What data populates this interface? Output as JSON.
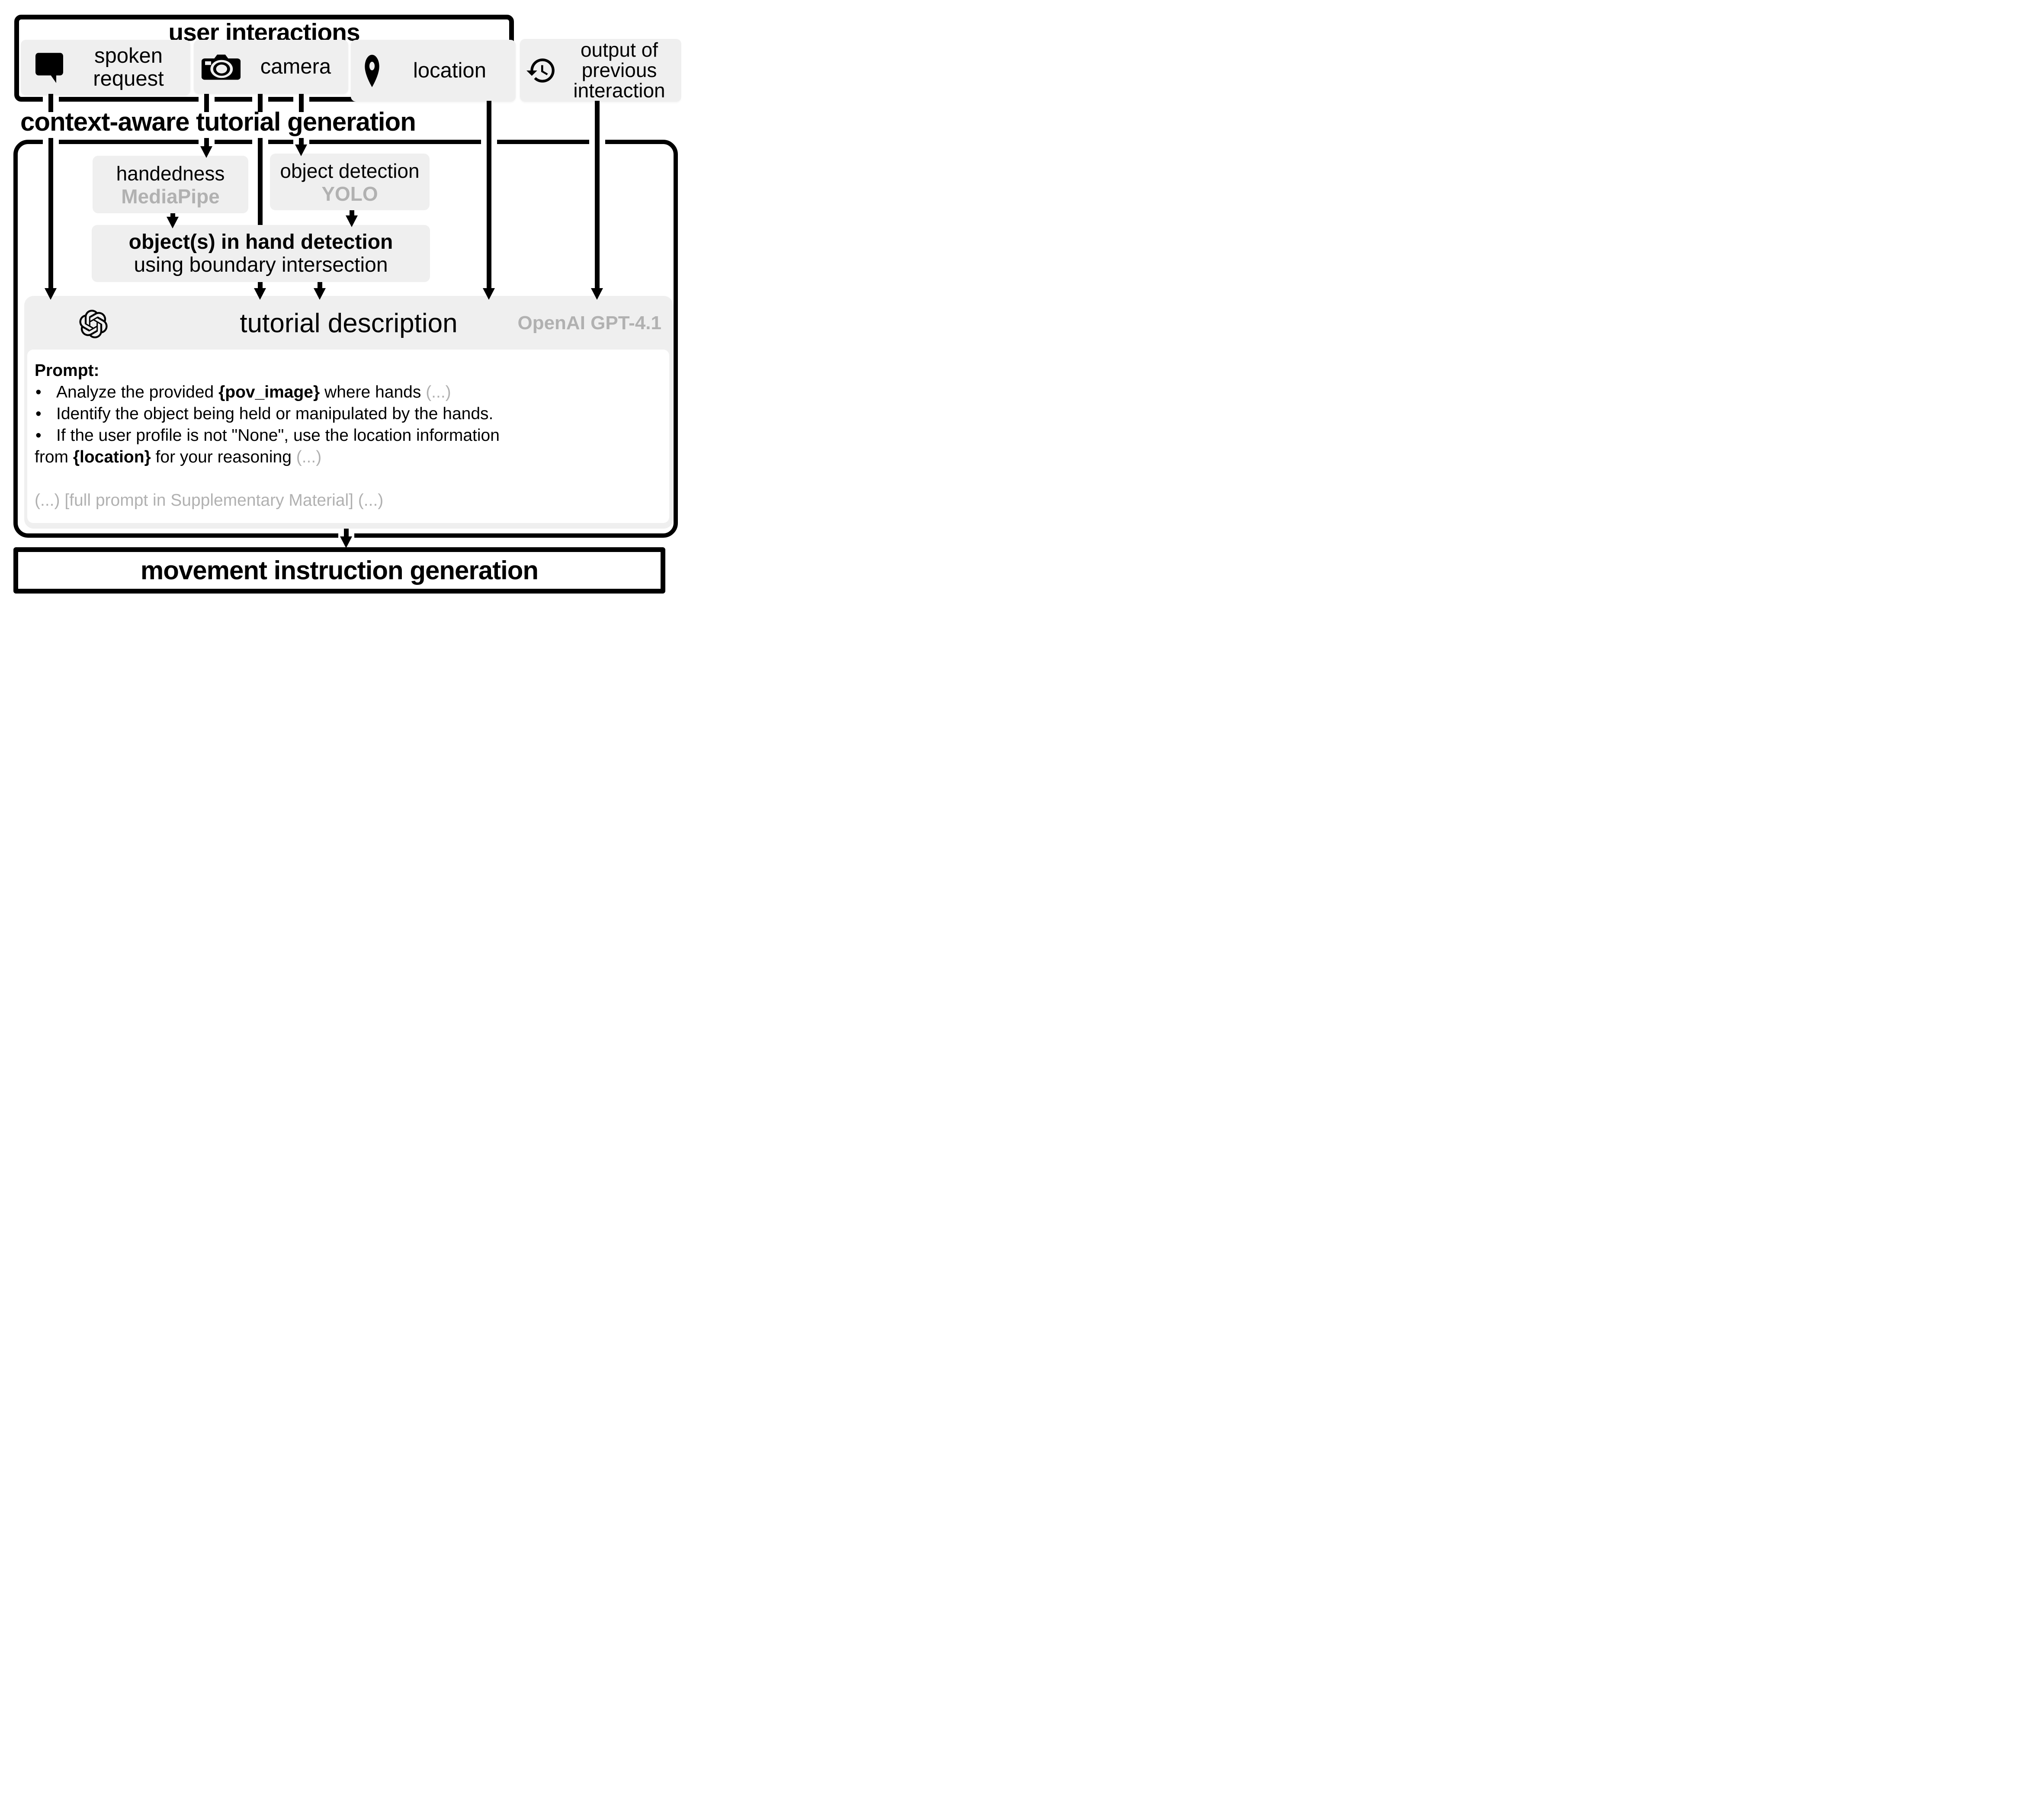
{
  "colors": {
    "muted_text": "#b1b1b1",
    "chip_background": "#efefef",
    "line_black": "#000000"
  },
  "user_interactions": {
    "title": "user interactions",
    "items": [
      {
        "icon": "speech-bubble-icon",
        "label": "spoken\nrequest"
      },
      {
        "icon": "camera-icon",
        "label": "camera"
      },
      {
        "icon": "location-pin-icon",
        "label": "location"
      }
    ]
  },
  "previous_output_box": {
    "icon": "history-icon",
    "label": "output of\nprevious\ninteraction"
  },
  "section_title": "context-aware tutorial generation",
  "pipeline": {
    "handedness": {
      "title": "handedness",
      "model": "MediaPipe"
    },
    "object_detection": {
      "title": "object detection",
      "model": "YOLO"
    },
    "hand_object": {
      "title": "object(s) in hand detection",
      "subtitle": "using boundary intersection"
    },
    "tutorial": {
      "title": "tutorial description",
      "model": "OpenAI GPT-4.1",
      "logo": "openai-logo-icon"
    }
  },
  "prompt": {
    "lines": [
      {
        "bullet": false,
        "segments": [
          {
            "text": "Prompt:",
            "bold": true
          }
        ]
      },
      {
        "bullet": true,
        "segments": [
          {
            "text": "Analyze the provided "
          },
          {
            "text": "{pov_image}",
            "bold": true
          },
          {
            "text": " where hands "
          },
          {
            "text": "(...)",
            "gray": true
          }
        ]
      },
      {
        "bullet": true,
        "segments": [
          {
            "text": "Identify the object being held or manipulated by the hands."
          }
        ]
      },
      {
        "bullet": true,
        "segments": [
          {
            "text": "If the user profile is not \"None\", use the location information"
          }
        ]
      },
      {
        "bullet": false,
        "segments": [
          {
            "text": "from "
          },
          {
            "text": "{location}",
            "bold": true
          },
          {
            "text": " for your reasoning "
          },
          {
            "text": "(...)",
            "gray": true
          }
        ]
      },
      {
        "bullet": false,
        "segments": []
      },
      {
        "bullet": false,
        "segments": [
          {
            "text": "(...) [full prompt in Supplementary Material] (...)",
            "gray": true
          }
        ]
      }
    ]
  },
  "bottom_box": {
    "title": "movement instruction generation"
  }
}
